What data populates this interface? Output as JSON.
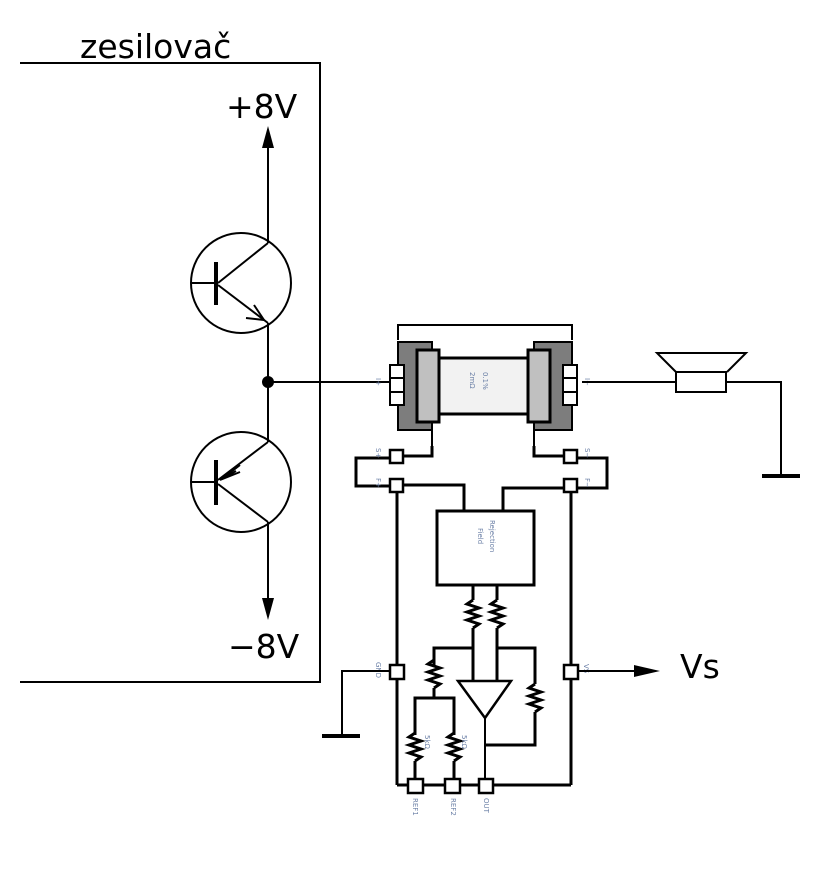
{
  "diagram": {
    "amplifier_label": "zesilovač",
    "supply_positive": "+8V",
    "supply_negative": "−8V",
    "output_label": "Vs",
    "shunt": {
      "resistance": "2mΩ",
      "tolerance": "0.1%",
      "pin_left": "I+",
      "pin_right": "I−"
    },
    "sense_pins": {
      "s_plus": "S+",
      "f_plus": "F+",
      "s_minus": "S−",
      "f_minus": "F−",
      "gnd": "GND",
      "vs": "VS",
      "ref1": "REF1",
      "ref2": "REF2",
      "out": "OUT"
    },
    "field_rejection_line1": "Field",
    "field_rejection_line2": "Rejection",
    "ref_resistor_1": "5kΩ",
    "ref_resistor_2": "5kΩ"
  }
}
